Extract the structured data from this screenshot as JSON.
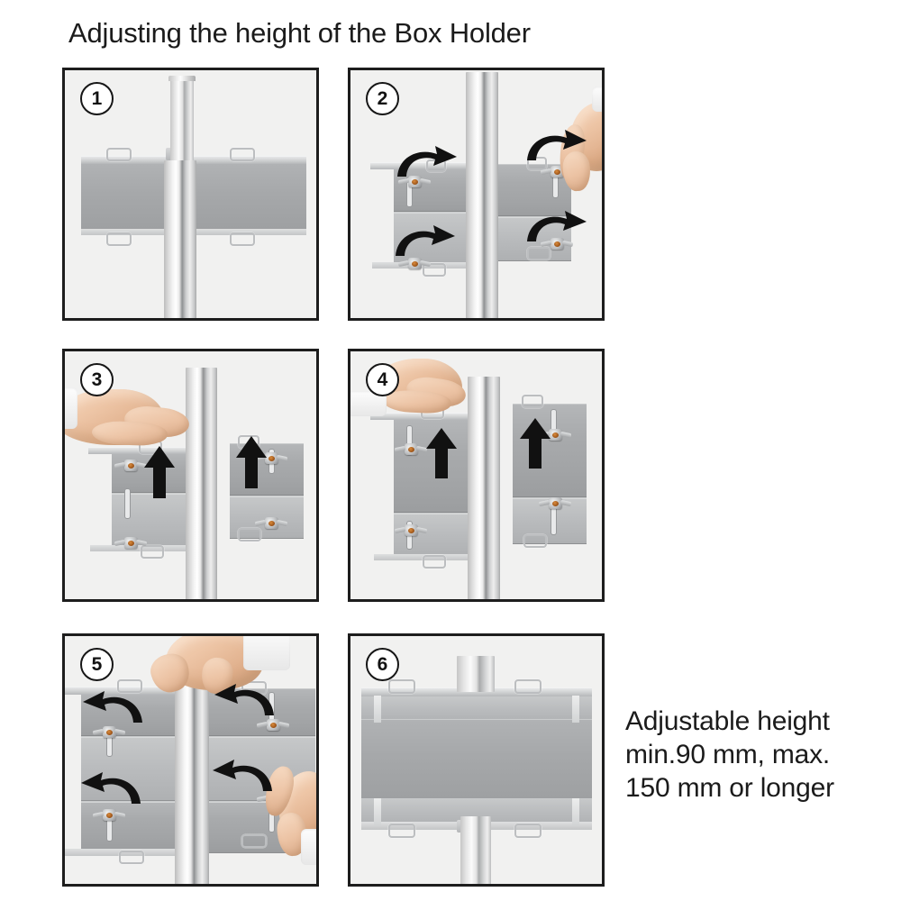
{
  "document": {
    "title": "Adjusting the height of the Box Holder"
  },
  "caption": {
    "line1": "Adjustable height",
    "line2": "min.90 mm, max.",
    "line3": "150 mm or longer"
  },
  "steps": [
    {
      "number": "1",
      "name": "step-1-initial-position",
      "description": "Box holder mounted on pole at starting height"
    },
    {
      "number": "2",
      "name": "step-2-loosen-screws",
      "description": "Hand turns thumb screws clockwise to loosen brackets"
    },
    {
      "number": "3",
      "name": "step-3-lift-holder",
      "description": "Hand lifts the box holder upward along the pole"
    },
    {
      "number": "4",
      "name": "step-4-raise-to-height",
      "description": "Box holder raised to the desired height"
    },
    {
      "number": "5",
      "name": "step-5-tighten-screws",
      "description": "Hands turn thumb screws counter-clockwise to tighten"
    },
    {
      "number": "6",
      "name": "step-6-completed",
      "description": "Box holder secured at the new, taller height"
    }
  ],
  "colors": {
    "panel_background": "#f1f1f0",
    "panel_border": "#1d1d1d",
    "metal_gray": "#a9abad",
    "arrow_black": "#111111",
    "skin": "#eec6a7",
    "text": "#1b1b1b"
  },
  "icons": {
    "curved_arrow_right": "curved-arrow-right-icon",
    "curved_arrow_left": "curved-arrow-left-icon",
    "arrow_up": "arrow-up-icon"
  }
}
